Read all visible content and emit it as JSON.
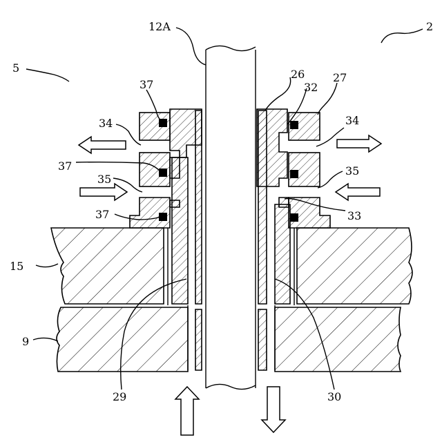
{
  "labels": {
    "shaft": "12A",
    "assembly_right": "2",
    "assembly_left": "5",
    "left_upper_seal": "37",
    "left_middle_seal": "37",
    "left_lower_seal": "37",
    "left_port_upper": "34",
    "left_port_lower": "35",
    "right_body": "26",
    "right_upper_seal": "32",
    "right_ring": "27",
    "right_port_upper": "34",
    "right_port_lower": "35",
    "right_lower_seal": "33",
    "block_upper": "15",
    "block_lower": "9",
    "channel_left": "29",
    "channel_right": "30"
  },
  "flow_arrows": {
    "left_upper": "outward",
    "left_lower": "inward",
    "right_upper": "outward",
    "right_lower": "inward",
    "bottom_left": "up",
    "bottom_right": "down"
  },
  "colors": {
    "line": "#000000",
    "fill": "#ffffff",
    "seal": "#000000"
  }
}
